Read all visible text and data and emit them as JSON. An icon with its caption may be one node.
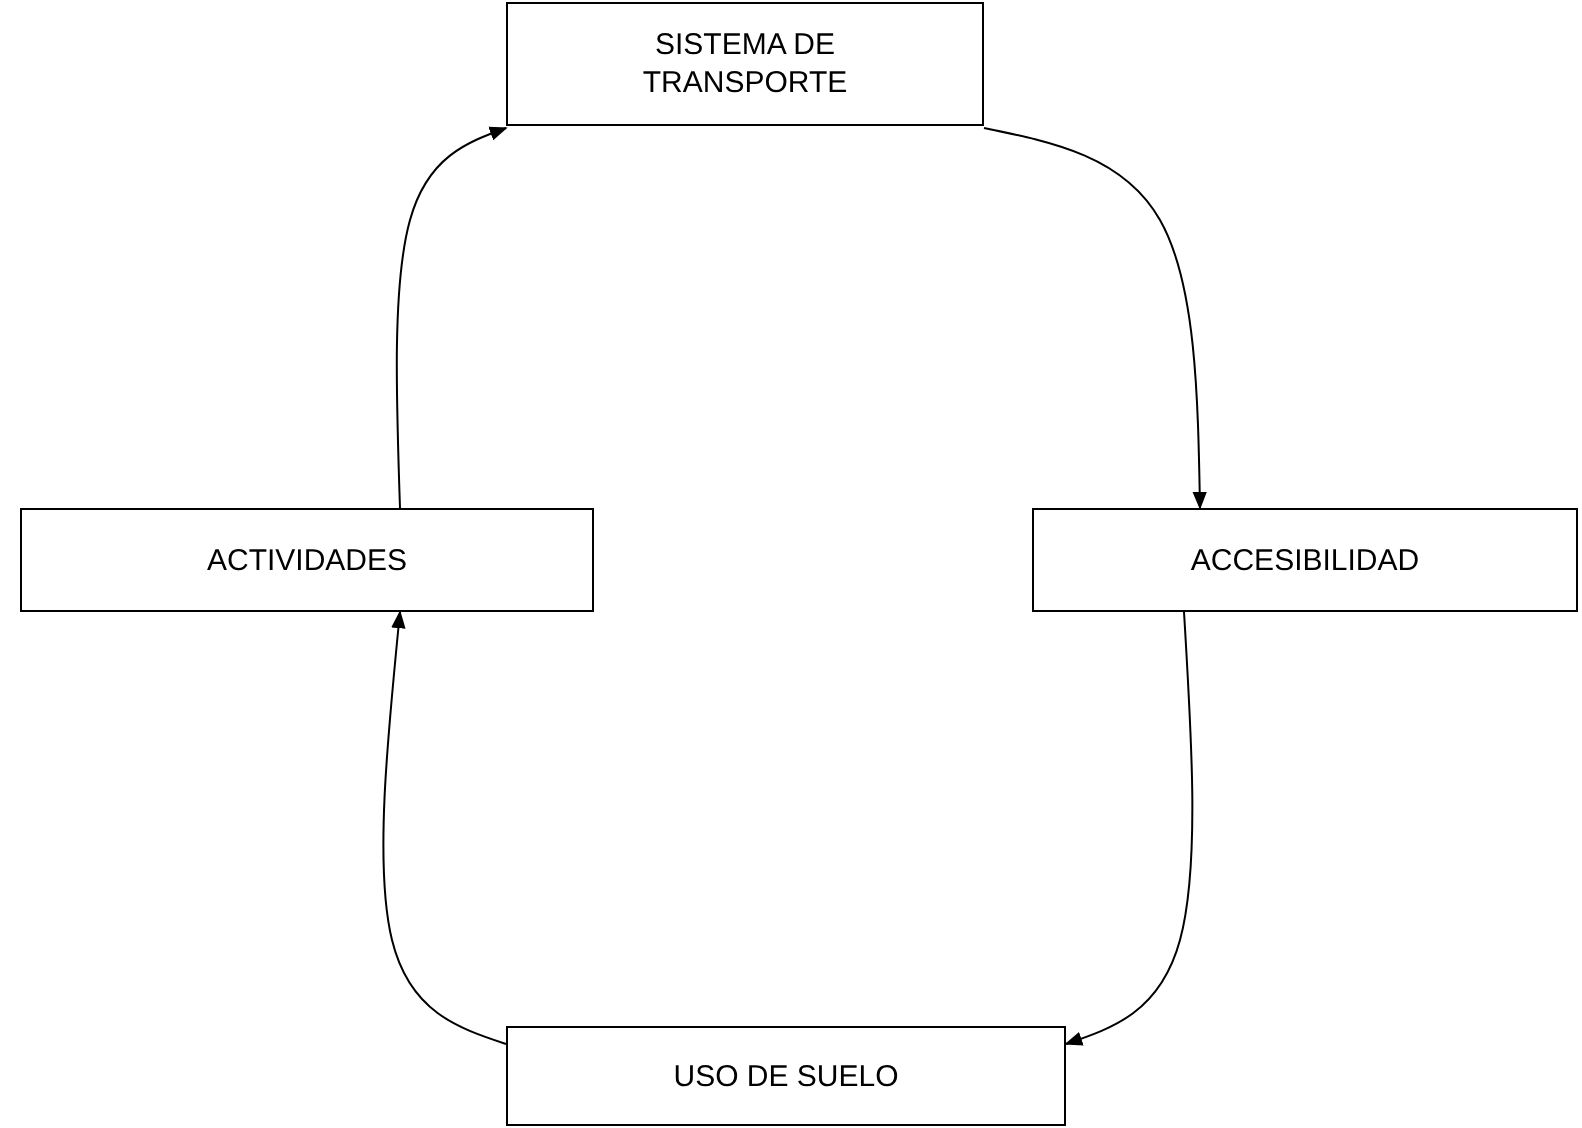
{
  "diagram": {
    "nodes": [
      {
        "text": [
          "SISTEMA DE TRANSPORTE"
        ]
      },
      {
        "text": [
          "ACCESIBILIDAD"
        ]
      },
      {
        "text": [
          "USO DE SUELO"
        ]
      },
      {
        "text": [
          "ACTIVIDADES"
        ]
      }
    ],
    "edges": [
      {
        "from": 0,
        "to": 1,
        "arrow": "to"
      },
      {
        "from": 1,
        "to": 2,
        "arrow": "to"
      },
      {
        "from": 2,
        "to": 3,
        "arrow": "to"
      },
      {
        "from": 3,
        "to": 0,
        "arrow": "to"
      }
    ]
  }
}
